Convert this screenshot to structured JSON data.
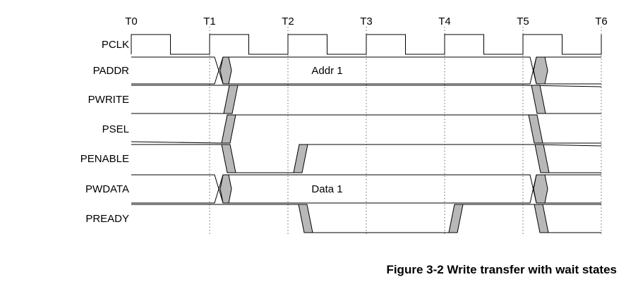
{
  "timepoints": [
    "T0",
    "T1",
    "T2",
    "T3",
    "T4",
    "T5",
    "T6"
  ],
  "signals": [
    {
      "name": "PCLK",
      "kind": "clock"
    },
    {
      "name": "PADDR",
      "kind": "bus",
      "value_label": "Addr 1"
    },
    {
      "name": "PWRITE",
      "kind": "single"
    },
    {
      "name": "PSEL",
      "kind": "single"
    },
    {
      "name": "PENABLE",
      "kind": "single"
    },
    {
      "name": "PWDATA",
      "kind": "bus",
      "value_label": "Data 1"
    },
    {
      "name": "PREADY",
      "kind": "single"
    }
  ],
  "caption": "Figure 3-2 Write transfer with wait states",
  "colors": {
    "transition_fill": "#b8b8b8",
    "line": "#000000"
  }
}
